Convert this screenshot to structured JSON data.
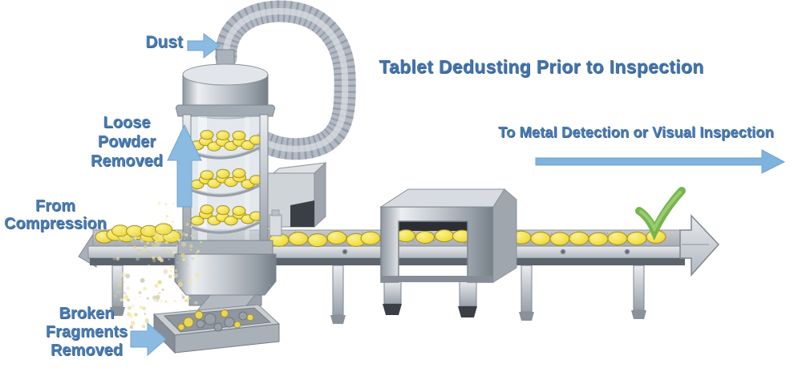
{
  "title": "Tablet Dedusting Prior to Inspection",
  "annotations": {
    "dust": {
      "text": "Dust",
      "arrow": "right"
    },
    "loose_powder": {
      "lines": [
        "Loose",
        "Powder",
        "Removed"
      ],
      "arrow": "up"
    },
    "from_compression": {
      "lines": [
        "From",
        "Compression"
      ]
    },
    "broken_fragments": {
      "lines": [
        "Broken",
        "Fragments",
        "Removed"
      ],
      "arrow": "right"
    },
    "destination": {
      "text": "To Metal Detection or Visual Inspection",
      "arrow": "right"
    }
  },
  "symbols": {
    "approved_check": "checkmark"
  },
  "colors": {
    "label_text": "#4a7cb2",
    "title_text": "#4374ab",
    "arrow_blue": "#8cbbe2",
    "tablet_yellow": "#f2e04c",
    "machine_metal": "#c3c9cf",
    "hose_gray": "#b3bac4",
    "powder_yellow": "#efe5a0",
    "check_green": "#76b54e"
  }
}
